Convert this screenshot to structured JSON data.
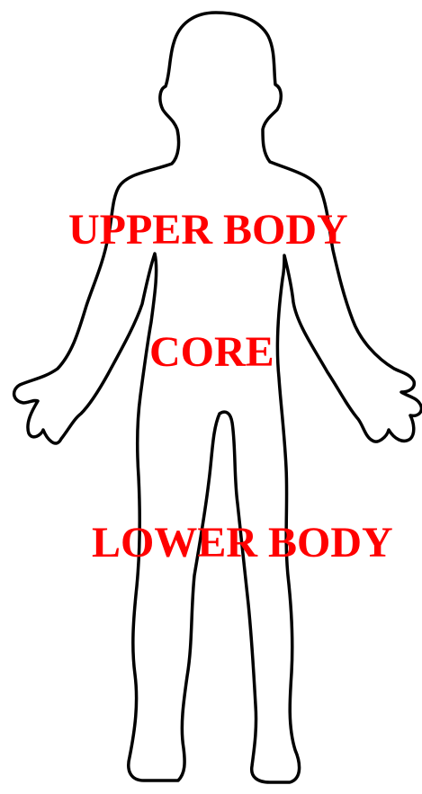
{
  "diagram": {
    "outline_color": "#000000",
    "label_color": "#ff0000",
    "background_color": "#ffffff",
    "labels": {
      "upper_body": "UPPER BODY",
      "core": "CORE",
      "lower_body": "LOWER BODY"
    }
  }
}
